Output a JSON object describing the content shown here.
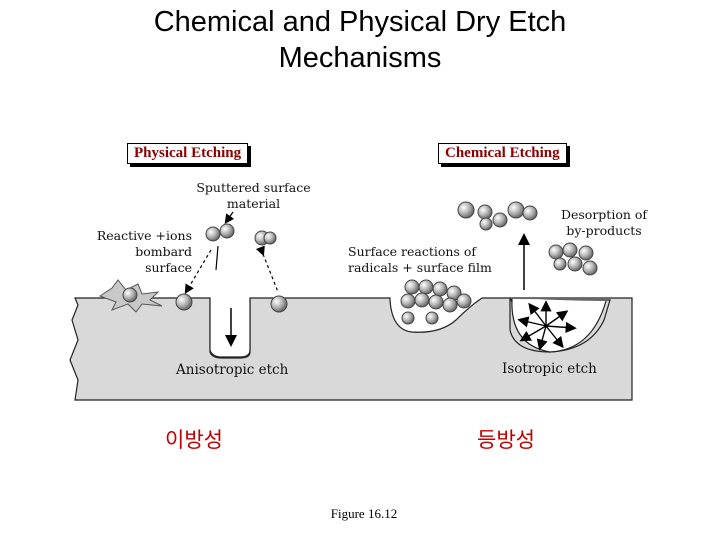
{
  "title": {
    "line1": "Chemical and Physical Dry Etch",
    "line2": "Mechanisms"
  },
  "labels": {
    "physical_etching": "Physical Etching",
    "chemical_etching": "Chemical Etching",
    "sputtered_line1": "Sputtered surface",
    "sputtered_line2": "material",
    "reactive_line1": "Reactive +ions",
    "reactive_line2": "bombard",
    "reactive_line3": "surface",
    "surface_reactions_line1": "Surface reactions of",
    "surface_reactions_line2": "radicals + surface film",
    "desorption_line1": "Desorption of",
    "desorption_line2": "by-products",
    "anisotropic_etch": "Anisotropic etch",
    "isotropic_etch": "Isotropic etch"
  },
  "korean": {
    "anisotropic": "이방성",
    "isotropic": "등방성"
  },
  "figure_caption": "Figure 16.12",
  "colors": {
    "title_label": "#8b0000",
    "korean": "#c00000",
    "substrate": "#d9d9d9",
    "particle": "#b0b0b0"
  }
}
